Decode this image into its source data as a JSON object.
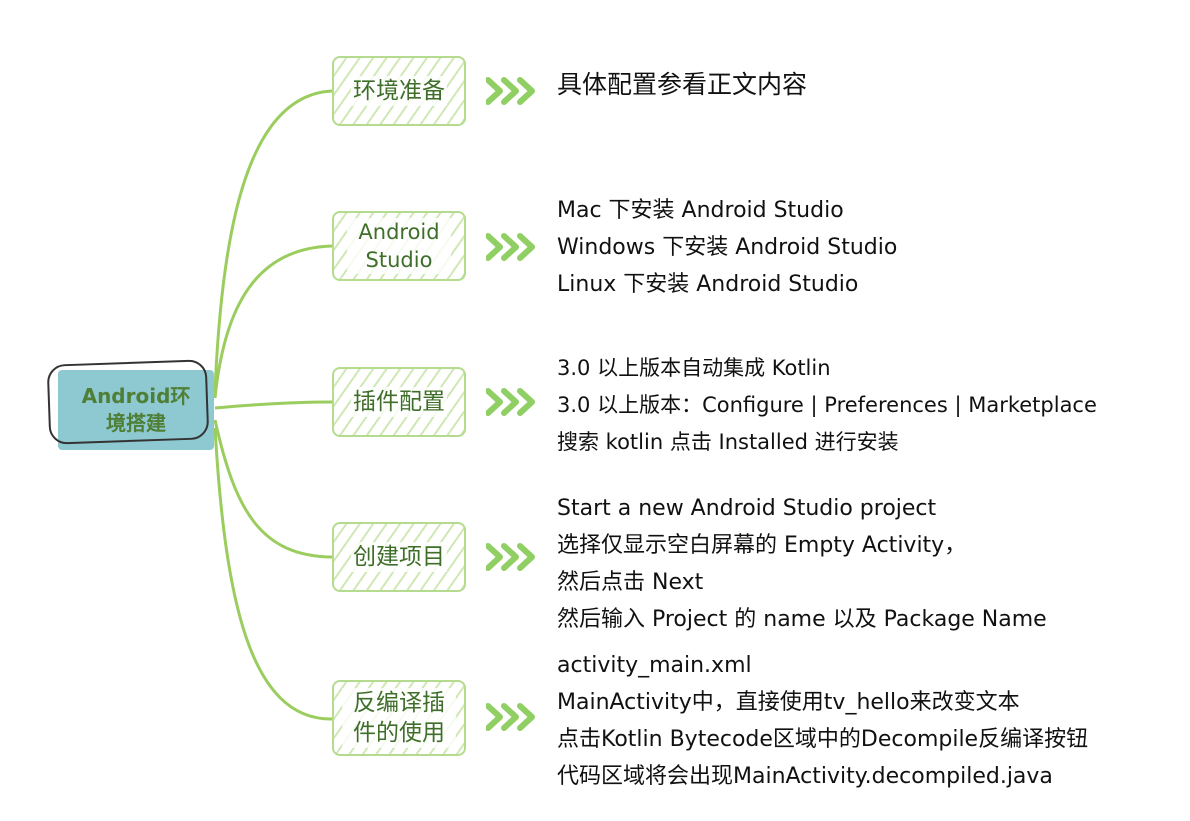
{
  "root": {
    "label": "Android环境搭建"
  },
  "branches": [
    {
      "label": "环境准备",
      "details": [
        "具体配置参看正文内容"
      ]
    },
    {
      "label": "Android Studio",
      "details": [
        "Mac 下安装 Android Studio",
        "Windows 下安装 Android Studio",
        "Linux 下安装 Android Studio"
      ]
    },
    {
      "label": "插件配置",
      "details": [
        "3.0 以上版本自动集成 Kotlin",
        "3.0 以上版本：Configure | Preferences | Marketplace",
        "搜索 kotlin 点击 Installed 进行安装"
      ]
    },
    {
      "label": "创建项目",
      "details": [
        "Start a new Android Studio project",
        "选择仅显示空白屏幕的 Empty Activity，",
        "然后点击 Next",
        "然后输入 Project 的 name 以及 Package Name"
      ]
    },
    {
      "label": "反编译插件的使用",
      "details": [
        "activity_main.xml",
        "MainActivity中，直接使用tv_hello来改变文本",
        "点击Kotlin Bytecode区域中的Decompile反编译按钮",
        "代码区域将会出现MainActivity.decompiled.java"
      ]
    }
  ],
  "colors": {
    "connector": "#9acd5e",
    "arrow": "#8fcf63",
    "branch_border": "#b4db8e",
    "branch_text": "#3f6e2a",
    "root_fill": "#8ec9d2",
    "root_text": "#4f7f36"
  }
}
